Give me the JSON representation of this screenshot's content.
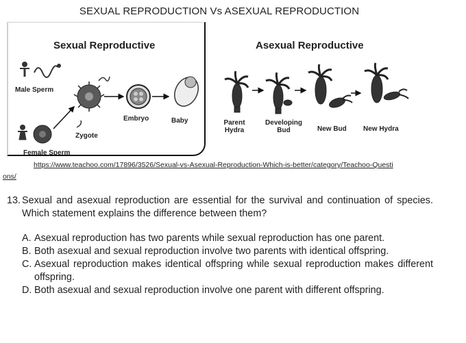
{
  "page_title": "SEXUAL REPRODUCTION Vs ASEXUAL REPRODUCTION",
  "figure": {
    "sexual_heading": "Sexual Reproductive",
    "asexual_heading": "Asexual Reproductive",
    "sexual_labels": {
      "male_sperm": "Male Sperm",
      "female_sperm": "Female Sperm",
      "zygote": "Zygote",
      "embryo": "Embryo",
      "baby": "Baby"
    },
    "asexual_labels": {
      "parent_hydra_1": "Parent",
      "parent_hydra_2": "Hydra",
      "developing_bud_1": "Developing",
      "developing_bud_2": "Bud",
      "new_bud": "New Bud",
      "new_hydra": "New Hydra"
    }
  },
  "source": {
    "url_line1": "https://www.teachoo.com/17896/3526/Sexual-vs-Asexual-Reproduction-Which-is-better/category/Teachoo-Questi",
    "url_line2": "ons/"
  },
  "question": {
    "number": "13.",
    "text": "Sexual and asexual reproduction are essential for the survival and continuation of species. Which statement explains the difference between them?",
    "options": [
      {
        "letter": "A.",
        "text": "Asexual reproduction has two parents while sexual reproduction has one parent."
      },
      {
        "letter": "B.",
        "text": "Both asexual and sexual reproduction involve two parents with identical offspring."
      },
      {
        "letter": "C.",
        "text": "Asexual reproduction makes identical offspring while sexual reproduction makes different offspring."
      },
      {
        "letter": "D.",
        "text": "Both asexual and sexual reproduction involve one parent with different offspring."
      }
    ]
  }
}
